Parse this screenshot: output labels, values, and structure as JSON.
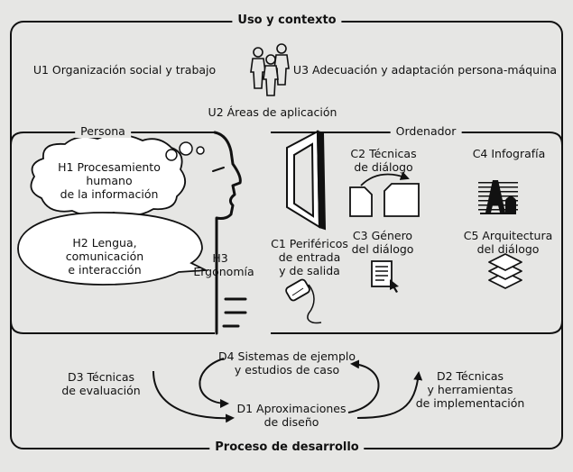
{
  "frames": {
    "uso": "Uso y contexto",
    "persona": "Persona",
    "ordenador": "Ordenador",
    "proceso": "Proceso de desarrollo"
  },
  "uso": {
    "u1": "U1 Organización social y trabajo",
    "u2": "U2 Áreas de aplicación",
    "u3": "U3 Adecuación y adaptación persona-máquina"
  },
  "persona": {
    "h1": [
      "H1 Procesamiento",
      "humano",
      "de la información"
    ],
    "h2": [
      "H2 Lengua,",
      "comunicación",
      "e interacción"
    ],
    "h3": [
      "H3",
      "Ergonomía"
    ]
  },
  "ordenador": {
    "c1": [
      "C1 Periféricos",
      "de entrada",
      "y de salida"
    ],
    "c2": [
      "C2 Técnicas",
      "de diálogo"
    ],
    "c3": [
      "C3 Género",
      "del diálogo"
    ],
    "c4": "C4 Infografía",
    "c5": [
      "C5 Arquitectura",
      "del diálogo"
    ]
  },
  "proceso": {
    "d1": [
      "D1 Aproximaciones",
      "de diseño"
    ],
    "d2": [
      "D2 Técnicas",
      "y herramientas",
      "de implementación"
    ],
    "d3": [
      "D3 Técnicas",
      "de evaluación"
    ],
    "d4": [
      "D4 Sistemas de ejemplo",
      "y estudios de caso"
    ]
  },
  "icons": [
    "people-group-icon",
    "head-profile-icon",
    "monitor-icon",
    "mouse-icon",
    "documents-icon",
    "text-document-icon",
    "graphics-icon",
    "layers-icon"
  ],
  "colors": {
    "background": "#e6e6e4",
    "ink": "#111111",
    "bubble": "#ffffff"
  }
}
